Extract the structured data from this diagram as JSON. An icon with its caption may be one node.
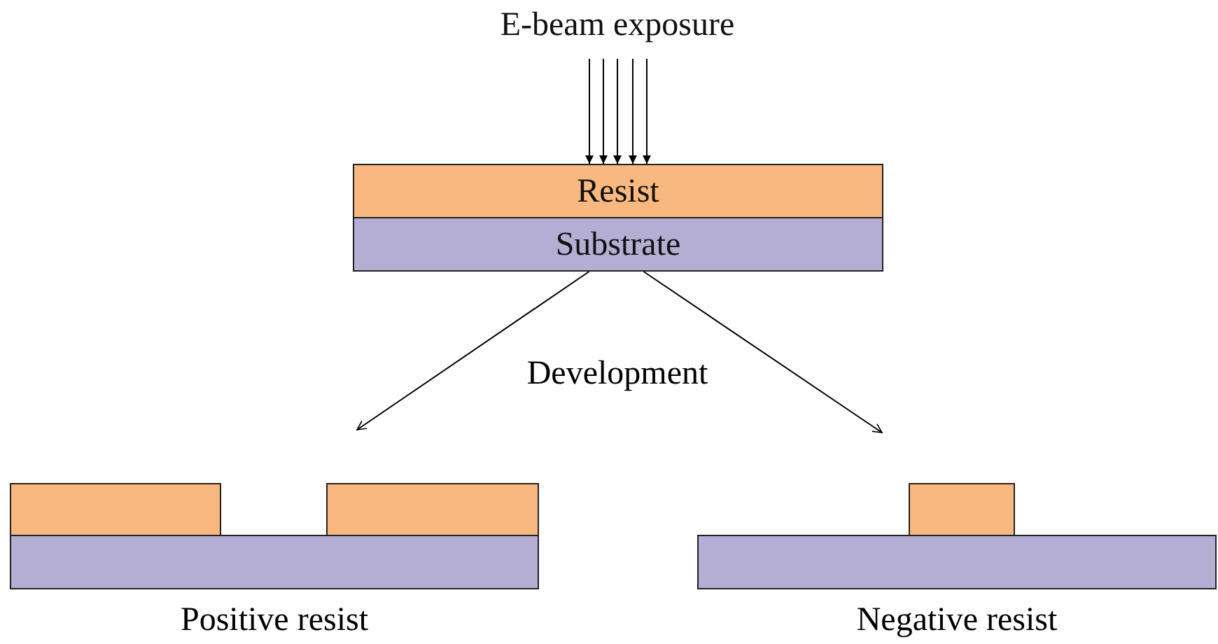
{
  "diagram": {
    "nodes": [
      {
        "text": [
          "E-beam exposure"
        ]
      },
      {
        "text": [
          "Resist"
        ]
      },
      {
        "text": [
          "Substrate"
        ]
      },
      {
        "text": [],
        "shape": "box"
      },
      {
        "text": [],
        "shape": "box"
      },
      {
        "text": [],
        "shape": "box",
        "beside": [
          "Positive resist"
        ]
      },
      {
        "text": [],
        "shape": "box"
      },
      {
        "text": [],
        "shape": "box",
        "beside": [
          "Negative resist"
        ]
      }
    ],
    "edges": [
      {
        "from": 0,
        "to": 1,
        "arrow": "to"
      },
      {
        "from": 0,
        "to": 1,
        "arrow": "to"
      },
      {
        "from": 0,
        "to": 1,
        "arrow": "to"
      },
      {
        "from": 0,
        "to": 1,
        "arrow": "to"
      },
      {
        "from": 0,
        "to": 1,
        "arrow": "to"
      },
      {
        "from": 2,
        "to": null,
        "arrow": "to"
      },
      {
        "from": 2,
        "to": null,
        "arrow": "to"
      }
    ],
    "labels": [
      "Development"
    ]
  }
}
